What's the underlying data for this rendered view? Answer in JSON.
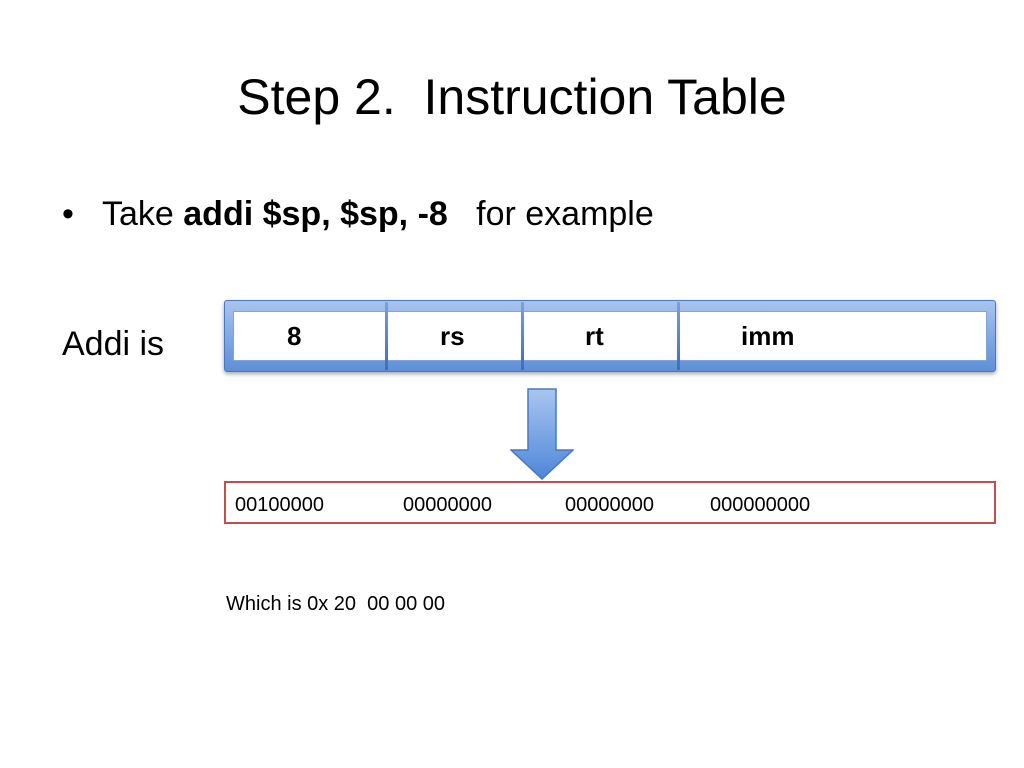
{
  "slide": {
    "title": "Step 2.  Instruction Table",
    "bullet": {
      "symbol": "•",
      "prefix": "Take ",
      "instruction": "addi $sp, $sp, -8",
      "suffix": "   for example"
    },
    "row_label": "Addi is",
    "fields": [
      "8",
      "rs",
      "rt",
      "imm"
    ],
    "binary": [
      "00100000",
      "00000000",
      "00000000",
      "000000000"
    ],
    "note": "Which is 0x 20  00 00 00"
  },
  "colors": {
    "frame_blue": "#5e8fd8",
    "arrow_blue": "#4f86d9",
    "binary_border": "#c0504d"
  }
}
